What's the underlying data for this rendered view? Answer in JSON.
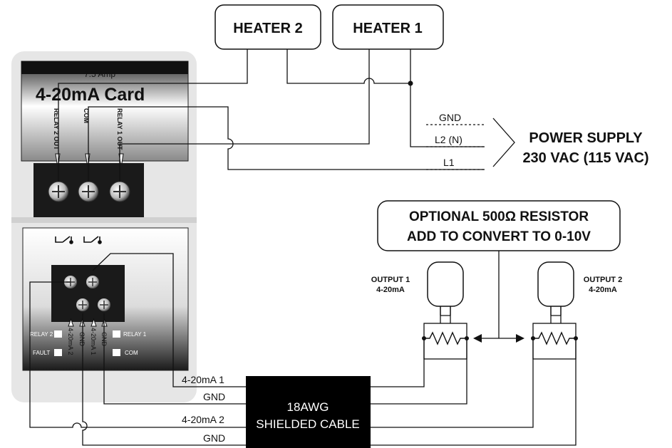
{
  "heaters": {
    "heater2": "HEATER 2",
    "heater1": "HEATER 1"
  },
  "card": {
    "amp_rating": "7.5 Amp",
    "title": "4-20mA Card",
    "terminals": {
      "relay2_out": "RELAY 2 OUT",
      "com": "COM",
      "relay1_out": "RELAY 1 OUT"
    },
    "lower_labels": {
      "relay2": "RELAY 2",
      "fault": "FAULT",
      "relay1": "RELAY 1",
      "com": "COM",
      "out_4_20ma_2": "4-20mA 2",
      "gnd_a": "GND",
      "out_4_20ma_1": "4-20mA 1",
      "gnd_b": "GND"
    }
  },
  "power_supply": {
    "title_line1": "POWER SUPPLY",
    "title_line2": "230 VAC (115 VAC)",
    "gnd": "GND",
    "l2": "L2 (N)",
    "l1": "L1"
  },
  "resistor_note": {
    "line1": "OPTIONAL 500Ω RESISTOR",
    "line2": "ADD TO CONVERT TO 0-10V"
  },
  "outputs": {
    "output1_line1": "OUTPUT 1",
    "output1_line2": "4-20mA",
    "output2_line1": "OUTPUT 2",
    "output2_line2": "4-20mA"
  },
  "cable": {
    "line1": "18AWG",
    "line2": "SHIELDED CABLE",
    "wire1": "4-20mA 1",
    "wire2": "GND",
    "wire3": "4-20mA 2",
    "wire4": "GND"
  },
  "colors": {
    "wire": "#111111",
    "card_body": "#e6e6e6",
    "card_dark": "#1a1a1a",
    "cable_box": "#000000"
  }
}
